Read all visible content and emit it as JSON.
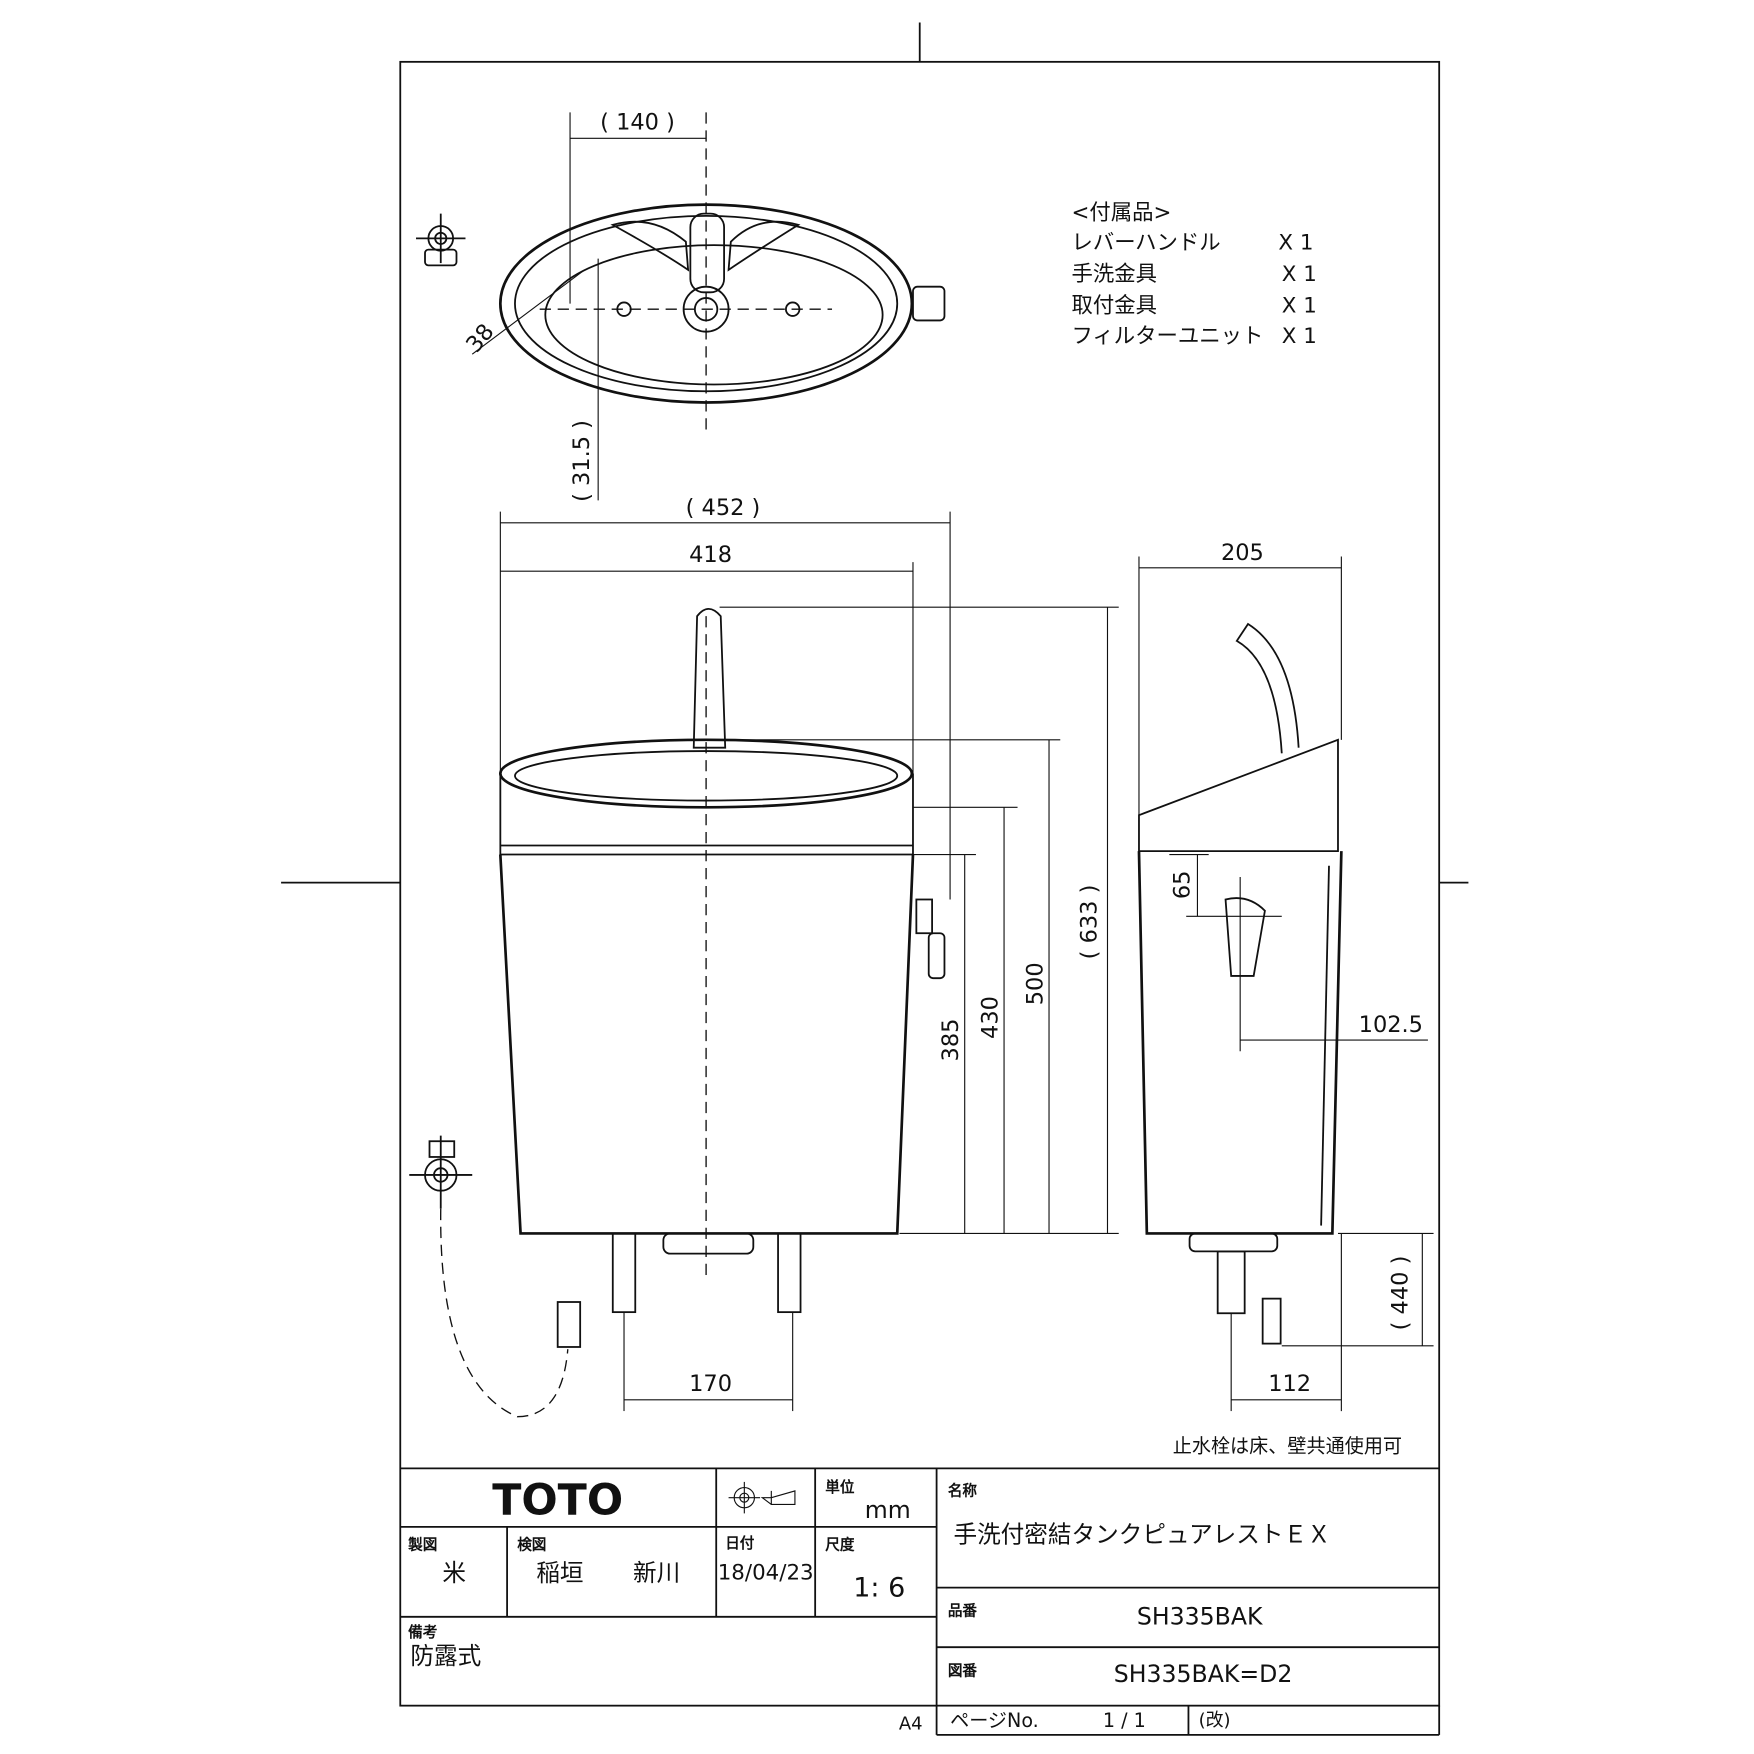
{
  "accessories": {
    "title": "<付属品>",
    "items": [
      {
        "name": "レバーハンドル",
        "qty": "X 1"
      },
      {
        "name": "手洗金具",
        "qty": "X 1"
      },
      {
        "name": "取付金具",
        "qty": "X 1"
      },
      {
        "name": "フィルターユニット",
        "qty": "X 1"
      }
    ]
  },
  "dimensions": {
    "top_140": "( 140 )",
    "top_38": "38",
    "top_31_5": "( 31.5 )",
    "front_452": "( 452 )",
    "front_418": "418",
    "front_385": "385",
    "front_430": "430",
    "front_500": "500",
    "front_633": "( 633 )",
    "front_170": "170",
    "side_205": "205",
    "side_65": "65",
    "side_102_5": "102.5",
    "side_440": "( 440 )",
    "side_112": "112"
  },
  "note": "止水栓は床、壁共通使用可",
  "title_block": {
    "logo": "TOTO",
    "unit_label": "単位",
    "unit_value": "mm",
    "drawn_label": "製図",
    "drawn_value": "米",
    "checked_label": "検図",
    "checked_value_1": "稲垣",
    "checked_value_2": "新川",
    "date_label": "日付",
    "date_value": "18/04/23",
    "scale_label": "尺度",
    "scale_value": "1: 6",
    "remarks_label": "備考",
    "remarks_value": "防露式",
    "name_label": "名称",
    "name_value": "手洗付密結タンクピュアレストＥＸ",
    "part_label": "品番",
    "part_value": "SH335BAK",
    "drawing_label": "図番",
    "drawing_value": "SH335BAK=D2",
    "page_label": "ページNo.",
    "page_value": "1 / 1",
    "revision_label": "(改)",
    "paper_size": "A4"
  }
}
